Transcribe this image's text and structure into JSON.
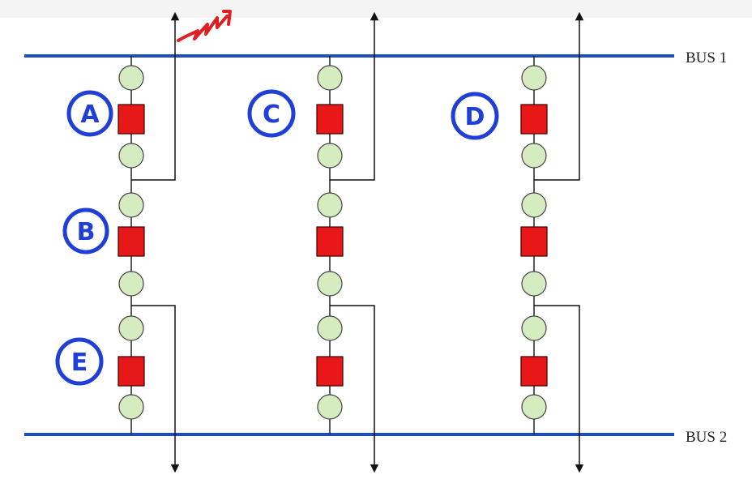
{
  "buses": {
    "top": {
      "label": "BUS 1"
    },
    "bottom": {
      "label": "BUS 2"
    }
  },
  "breaker_labels": {
    "a": "A",
    "b": "B",
    "c": "C",
    "d": "D",
    "e": "E"
  },
  "colors": {
    "bus_line": "#1f4fb8",
    "breaker": "#e81818",
    "isolator_fill": "#d5ebc0",
    "handwriting_blue": "#1f3fd6",
    "handwriting_red": "#e02020"
  },
  "structure": {
    "diameters": 3,
    "breakers_per_diameter": 3,
    "feeders_per_diameter": 2
  }
}
